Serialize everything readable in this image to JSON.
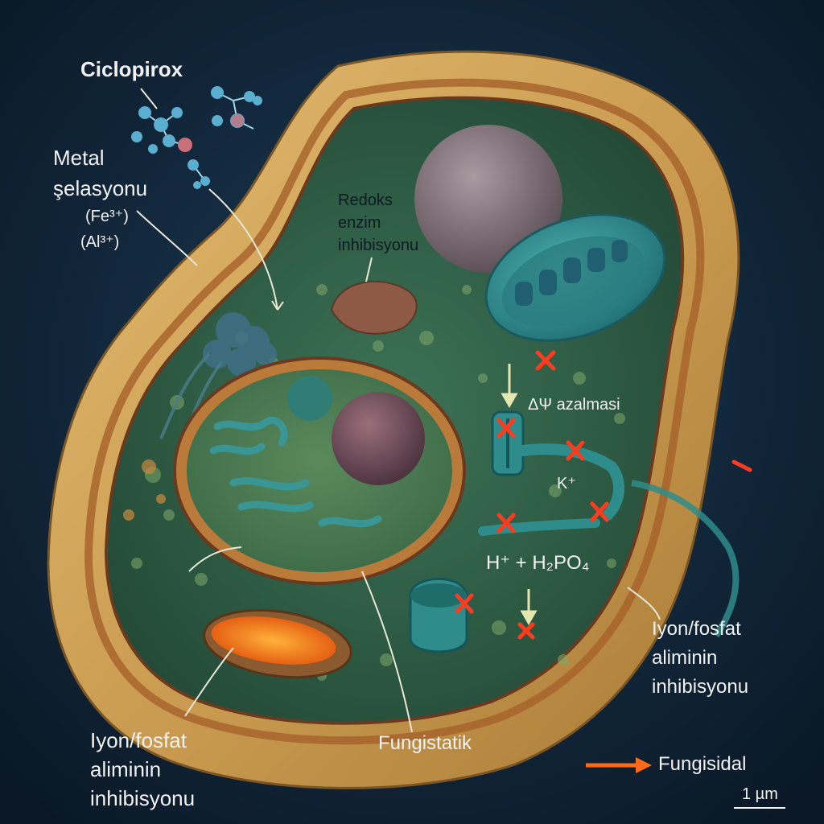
{
  "labels": {
    "drug": "Ciclopirox",
    "metal_chelation": [
      "Metal",
      "şelasyonu",
      "(Fe³⁺)",
      "(Al³⁺)"
    ],
    "redox": [
      "Redoks",
      "enzim",
      "inhibisyonu"
    ],
    "delta_v": "ΔΨ azalmasi",
    "potassium": "K⁺",
    "proton_phosphate": "H⁺ + H₂PO₄",
    "ion_uptake_right": [
      "Iyon/fosfat",
      "aliminin",
      "inhibisyonu"
    ],
    "ion_uptake_left": [
      "Iyon/fosfat",
      "aliminin",
      "inhibisyonu"
    ],
    "fungistatic": "Fungistatik",
    "fungicidal": "Fungisidal",
    "scale": "1 µm"
  },
  "colors": {
    "background": "#0f2236",
    "cell_wall": "#c9a25a",
    "cytoplasm": "#2f5d45",
    "nucleus": "#4a7a52",
    "mitochondria": "#3aa0a0",
    "inhibit_mark": "#ff3b1f",
    "fungicidal_arrow": "#ff6a1a"
  },
  "icons": [
    "molecule-icon",
    "inhibit-x-icon",
    "arrow-down-icon",
    "fungicidal-arrow-icon"
  ]
}
